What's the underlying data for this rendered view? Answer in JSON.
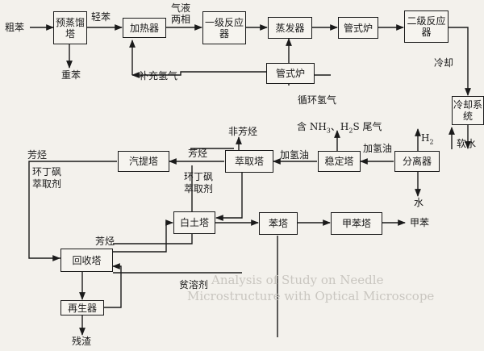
{
  "boxes": {
    "prefractionator": "预蒸馏塔",
    "heater": "加热器",
    "reactor1": "一级反应器",
    "evaporator": "蒸发器",
    "tube_furnace_top": "管式炉",
    "reactor2": "二级反应器",
    "tube_furnace_mid": "管式炉",
    "cooling_system": "冷却系统",
    "separator": "分离器",
    "stabilizer": "稳定塔",
    "extraction_tower": "萃取塔",
    "stripper": "汽提塔",
    "clay_tower": "白土塔",
    "benzene_tower": "苯塔",
    "toluene_tower": "甲苯塔",
    "recovery_tower": "回收塔",
    "regenerator": "再生器"
  },
  "labels": {
    "crude_benzene": "粗苯",
    "heavy_benzene": "重苯",
    "light_benzene": "轻苯",
    "gas_liquid": "气液",
    "two_phase": "两相",
    "makeup_h2": "补充氢气",
    "recycle_h2": "循环氢气",
    "cooling": "冷却",
    "h2": "H",
    "h2_sub": "2",
    "soft_water": "软水",
    "water": "水",
    "hydro_oil_left": "加氢油",
    "hydro_oil_right": "加氢油",
    "tail_gas_pre": "含 NH",
    "tail_gas_sub1": "3",
    "tail_gas_mid": "、H",
    "tail_gas_sub2": "2",
    "tail_gas_post": "S 尾气",
    "non_aromatics": "非芳烃",
    "aromatics_top": "芳烃",
    "aromatics_left": "芳烃",
    "aromatics_recovery": "芳烃",
    "sulfolane_left_1": "环丁砜",
    "sulfolane_left_2": "萃取剂",
    "sulfolane_mid_1": "环丁砜",
    "sulfolane_mid_2": "萃取剂",
    "poor_solvent": "贫溶剂",
    "toluene": "甲苯",
    "residue": "残渣"
  },
  "bleed_text": [
    "Analysis of Study on Needle",
    "Microstructure with Optical Microscope"
  ]
}
